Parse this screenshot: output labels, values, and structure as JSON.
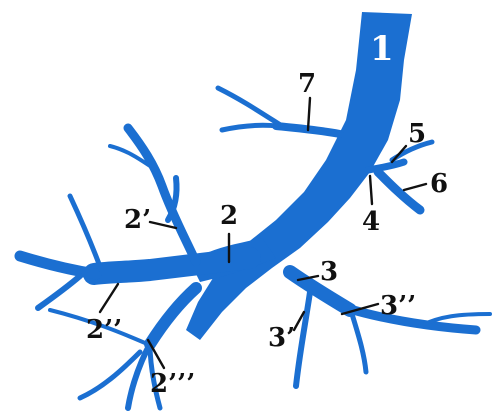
{
  "diagram": {
    "colors": {
      "vessel": "#1b6fd1",
      "label": "#111111",
      "main_label": "#ffffff",
      "background": "#ffffff"
    },
    "labels": {
      "l1": "1",
      "l2": "2",
      "l2p": "2’",
      "l2pp": "2’’",
      "l2ppp": "2’’’",
      "l3": "3",
      "l3p": "3’",
      "l3pp": "3’’",
      "l4": "4",
      "l5": "5",
      "l6": "6",
      "l7": "7"
    }
  }
}
